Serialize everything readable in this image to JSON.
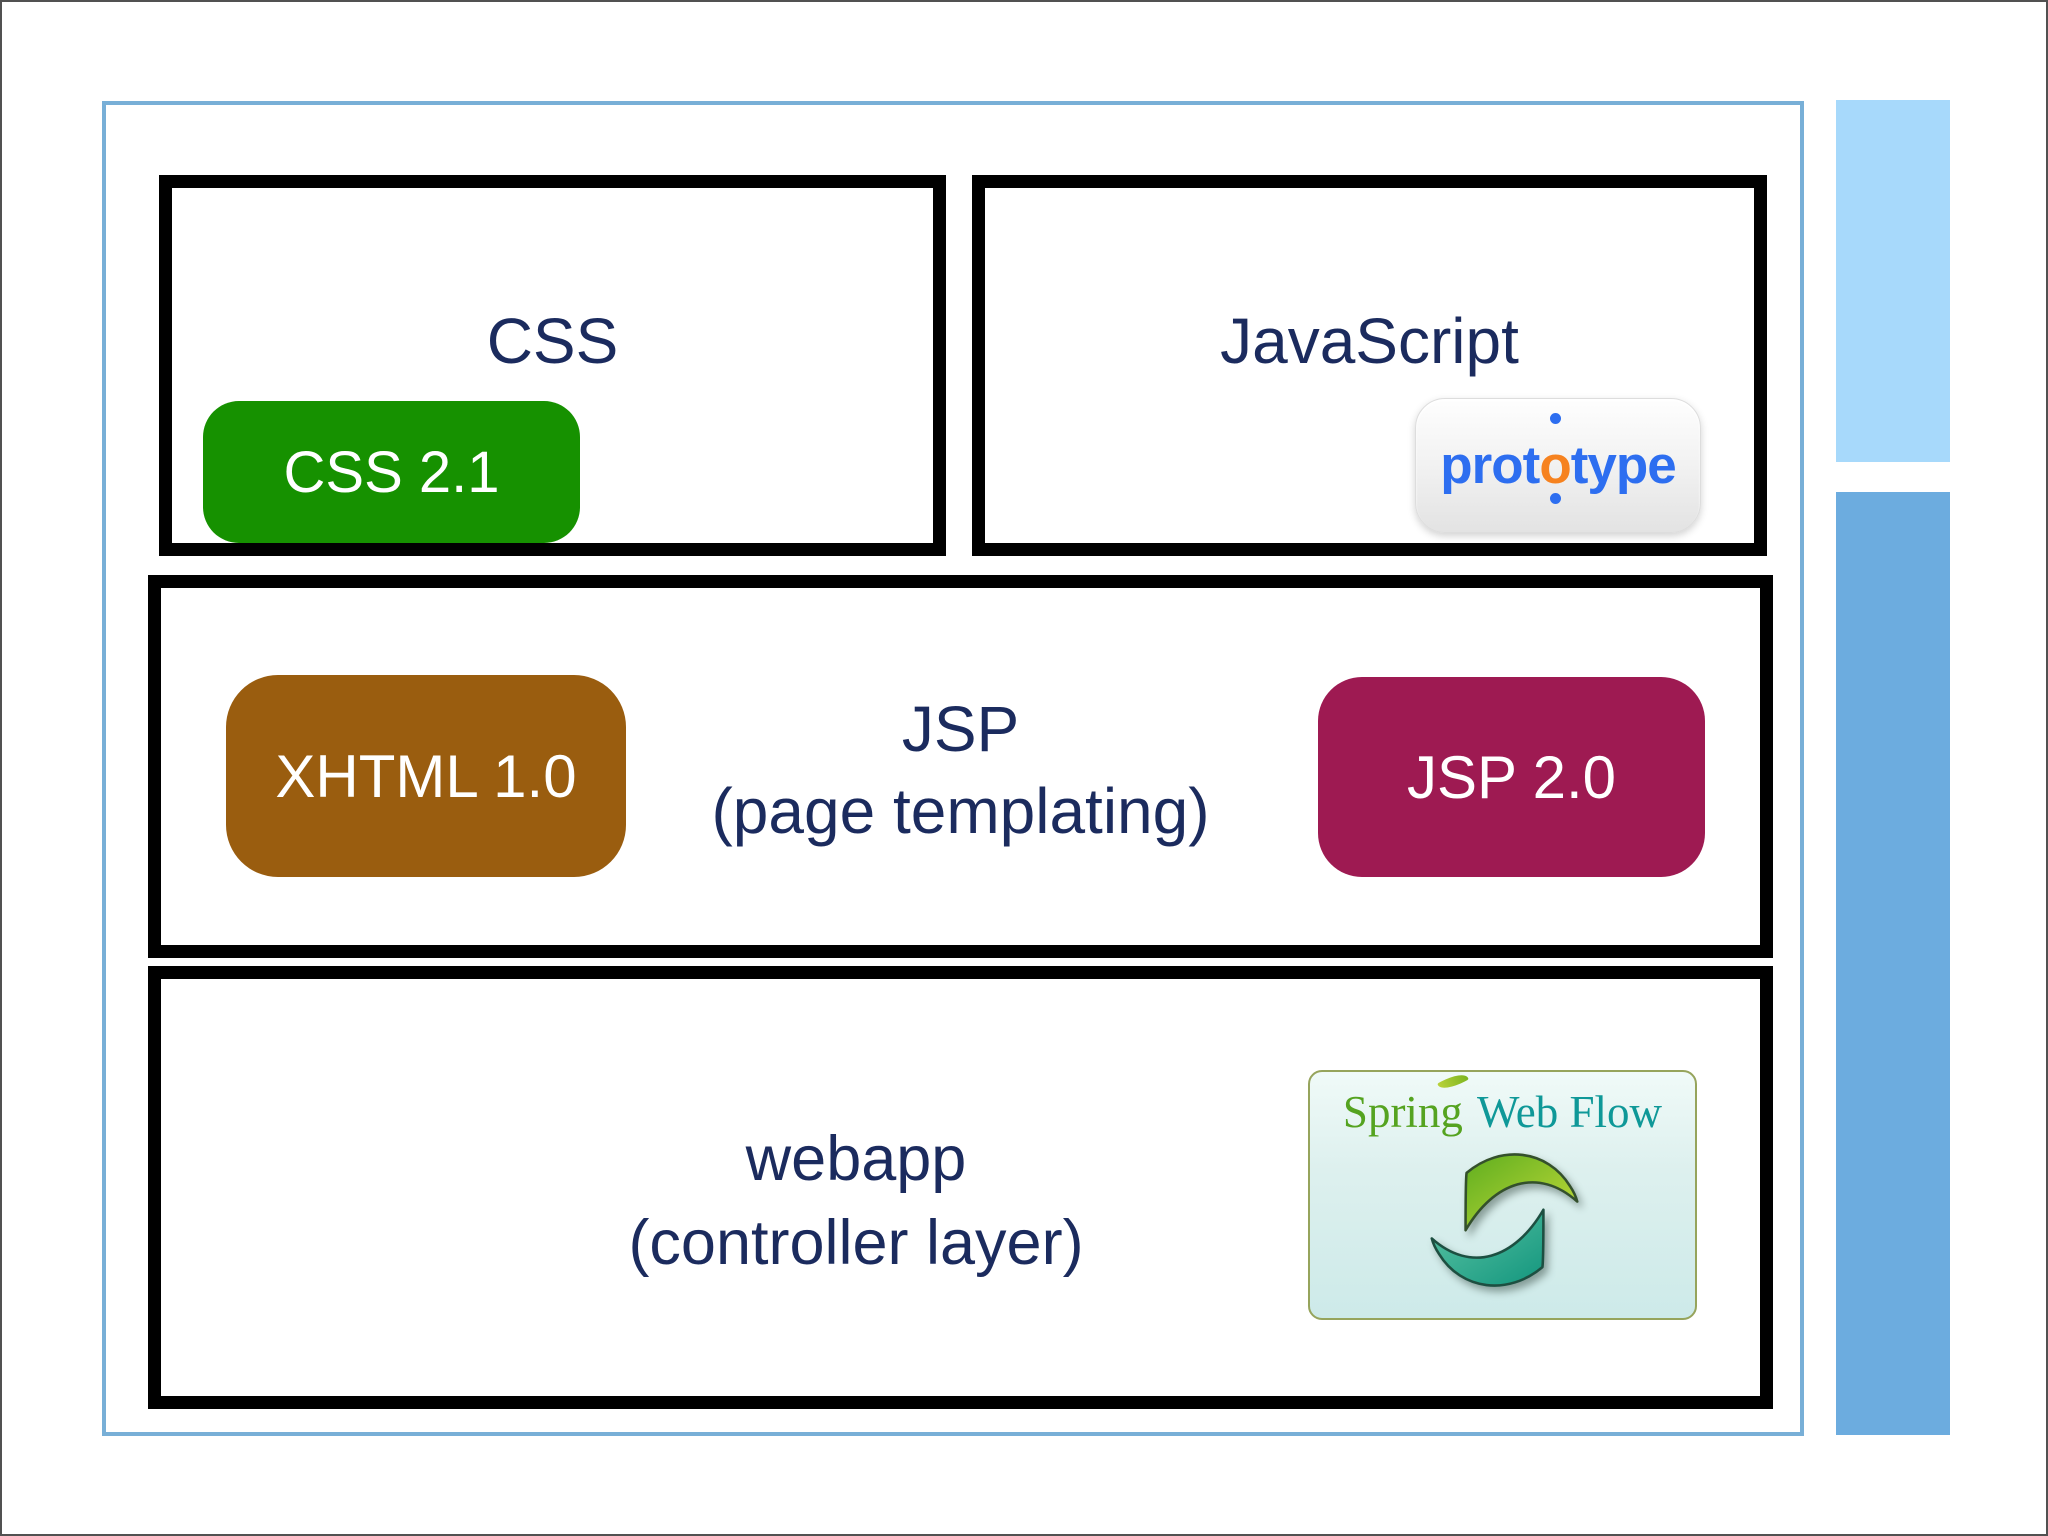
{
  "rows": {
    "css": {
      "label": "CSS",
      "badge": "CSS 2.1"
    },
    "javascript": {
      "label": "JavaScript"
    },
    "jsp": {
      "label_line1": "JSP",
      "label_line2": "(page templating)",
      "badge_left": "XHTML 1.0",
      "badge_right": "JSP 2.0"
    },
    "webapp": {
      "label_line1": "webapp",
      "label_line2": "(controller layer)"
    }
  },
  "logos": {
    "prototype": {
      "pre": "prot",
      "o": "o",
      "post": "type"
    },
    "spring_web_flow": {
      "word1": "Spring",
      "word2": "Web Flow"
    }
  },
  "colors": {
    "label_navy": "#1b2b5e",
    "badge_css21_green": "#169100",
    "badge_xhtml_brown": "#9a5d0f",
    "badge_jsp20_maroon": "#9e1a52",
    "slide_frame_blue": "#78afd7",
    "accent_bar_light_blue": "#a7d9fb",
    "accent_bar_medium_blue": "#6cacdf",
    "prototype_blue": "#2d6ef0",
    "prototype_orange": "#f6821f",
    "spring_green": "#55a320",
    "webflow_teal": "#0f9898",
    "box_border_black": "#000000"
  }
}
